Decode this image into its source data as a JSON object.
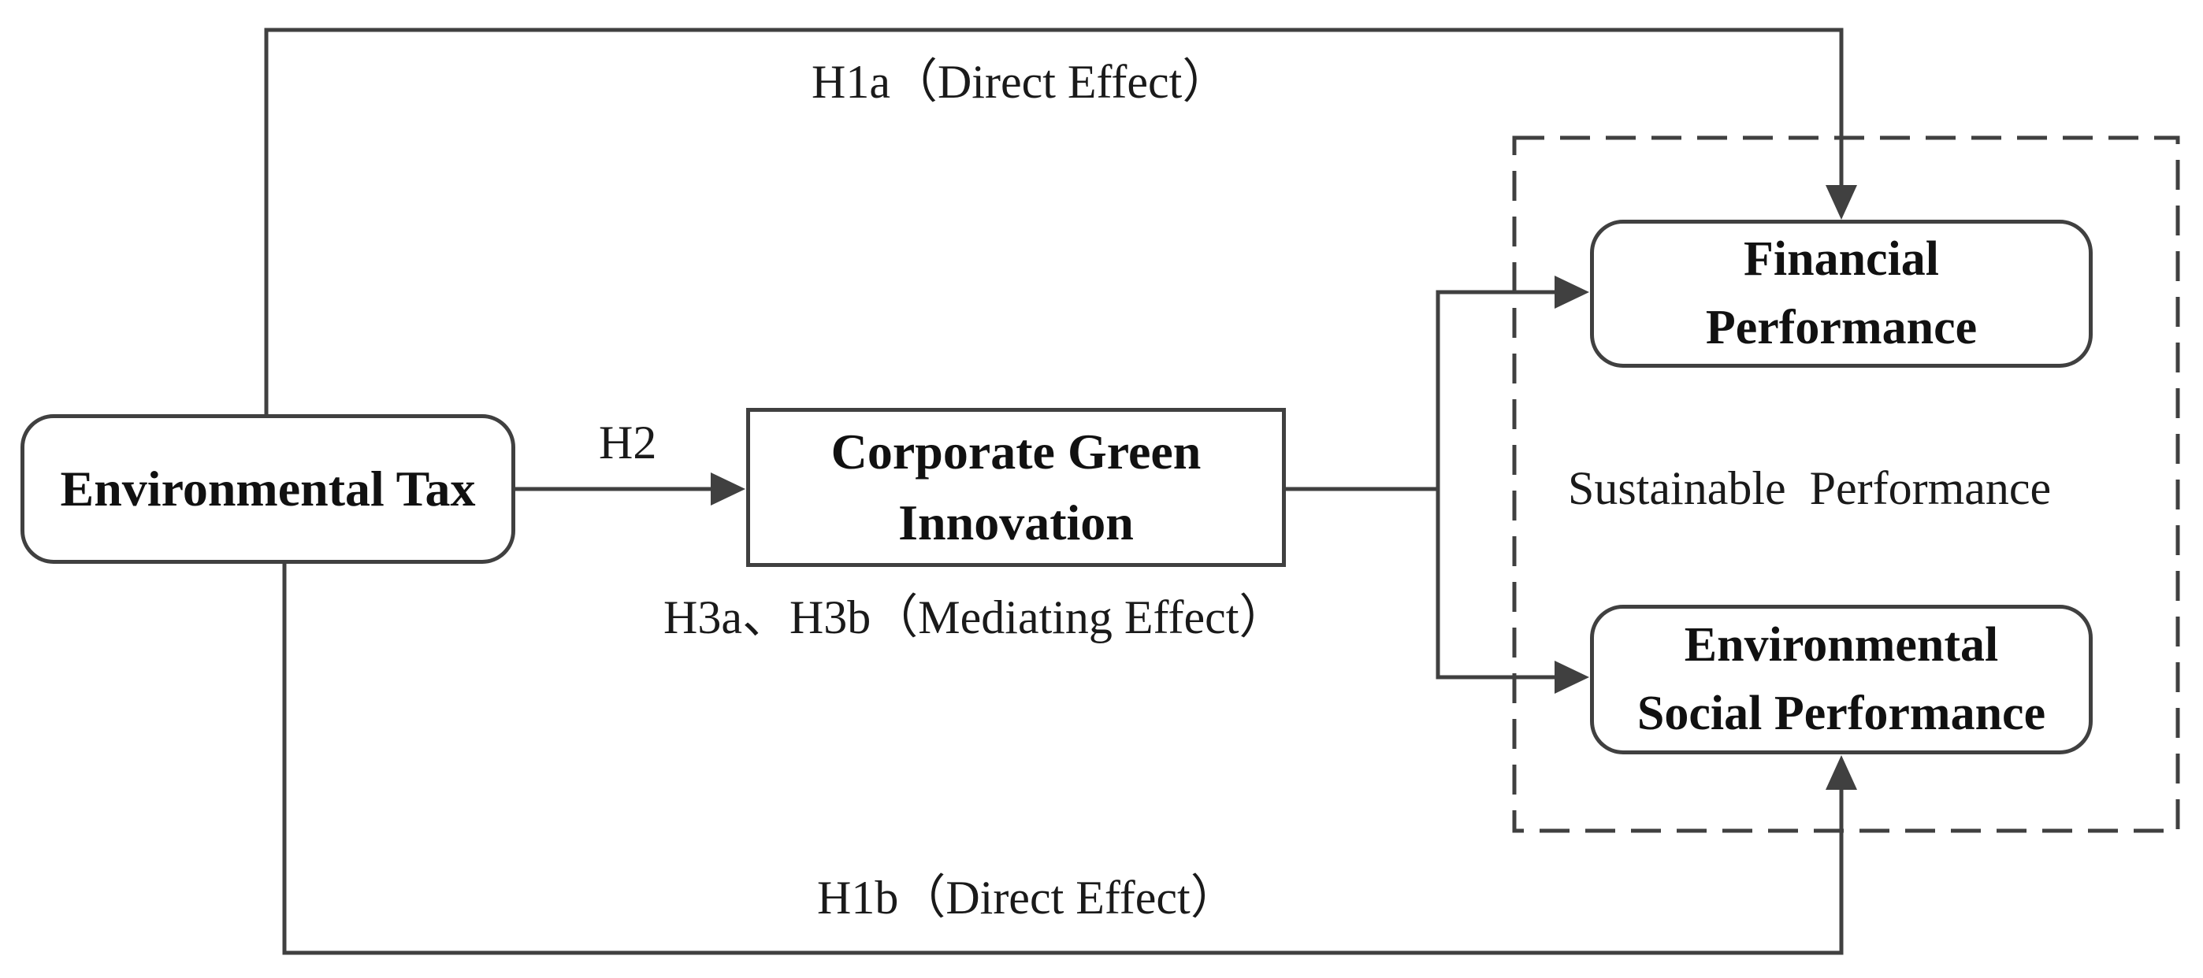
{
  "diagram": {
    "nodes": {
      "environmental_tax": [
        "Environmental Tax"
      ],
      "corporate_green_innovation": [
        "Corporate Green",
        "Innovation"
      ],
      "financial_performance": [
        "Financial",
        "Performance"
      ],
      "environmental_social_performance": [
        "Environmental",
        "Social Performance"
      ]
    },
    "edge_labels": {
      "h1a": "H1a（Direct Effect）",
      "h2": "H2",
      "h3": "H3a、H3b（Mediating Effect）",
      "h1b": "H1b（Direct Effect）"
    },
    "group_label": "Sustainable  Performance",
    "colors": {
      "line": "#404040",
      "text": "#111111",
      "background": "#ffffff"
    }
  }
}
